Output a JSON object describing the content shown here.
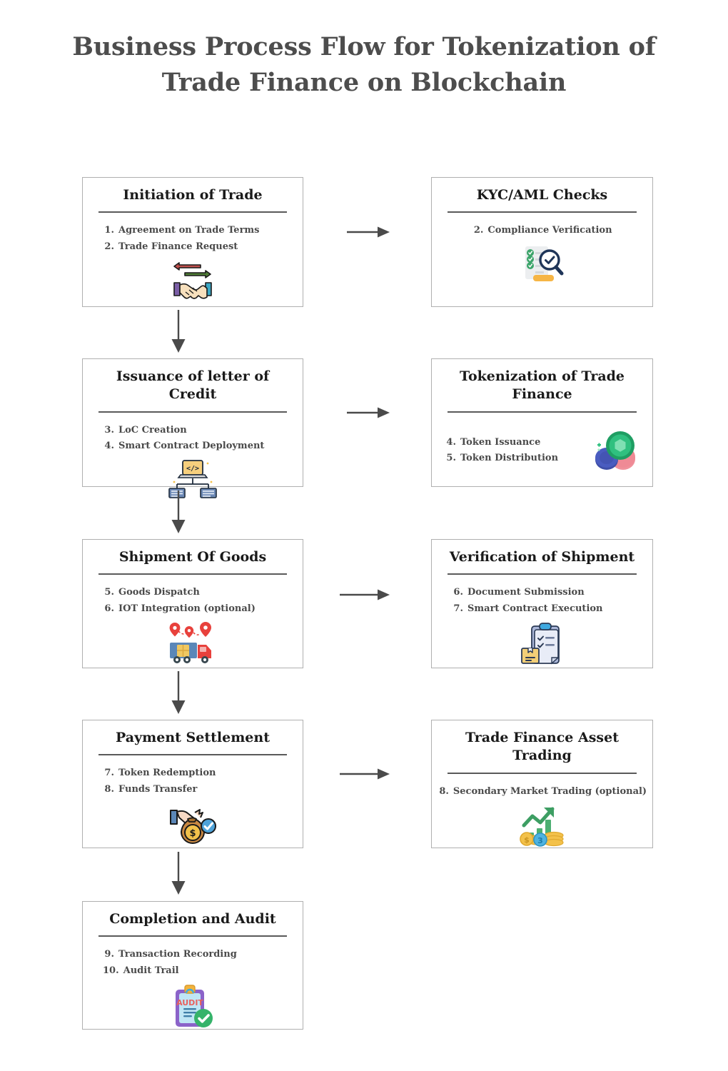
{
  "title": "Business Process Flow for Tokenization of Trade Finance on Blockchain",
  "nodes": [
    {
      "id": "initiation-of-trade",
      "title": "Initiation of Trade",
      "icon": "handshake-trade-icon",
      "layout": "icon-below",
      "steps": [
        {
          "num": "1.",
          "text": "Agreement on Trade Terms"
        },
        {
          "num": "2.",
          "text": "Trade Finance Request"
        }
      ]
    },
    {
      "id": "kyc-aml-checks",
      "title": "KYC/AML Checks",
      "icon": "compliance-checklist-magnifier-icon",
      "layout": "icon-below",
      "steps": [
        {
          "num": "2.",
          "text": "Compliance Verification"
        }
      ]
    },
    {
      "id": "issuance-of-letter-of-credit",
      "title": "Issuance of letter of Credit",
      "icon": "smart-contract-laptops-icon",
      "layout": "icon-below",
      "steps": [
        {
          "num": "3.",
          "text": "LoC Creation"
        },
        {
          "num": "4.",
          "text": "Smart Contract Deployment"
        }
      ]
    },
    {
      "id": "tokenization-of-trade-finance",
      "title": "Tokenization of Trade Finance",
      "icon": "tokens-coins-icon",
      "layout": "icon-side",
      "steps": [
        {
          "num": "4.",
          "text": "Token Issuance"
        },
        {
          "num": "5.",
          "text": "Token Distribution"
        }
      ]
    },
    {
      "id": "shipment-of-goods",
      "title": "Shipment Of Goods",
      "icon": "delivery-truck-tracking-icon",
      "layout": "icon-below",
      "steps": [
        {
          "num": "5.",
          "text": "Goods Dispatch"
        },
        {
          "num": "6.",
          "text": "IOT Integration (optional)"
        }
      ]
    },
    {
      "id": "verification-of-shipment",
      "title": "Verification of Shipment",
      "icon": "clipboard-parcel-check-icon",
      "layout": "icon-below",
      "steps": [
        {
          "num": "6.",
          "text": "Document Submission"
        },
        {
          "num": "7.",
          "text": "Smart Contract Execution"
        }
      ]
    },
    {
      "id": "payment-settlement",
      "title": "Payment Settlement",
      "icon": "money-bag-check-icon",
      "layout": "icon-below",
      "steps": [
        {
          "num": "7.",
          "text": "Token Redemption"
        },
        {
          "num": "8.",
          "text": "Funds Transfer"
        }
      ]
    },
    {
      "id": "trade-finance-asset-trading",
      "title": "Trade Finance Asset Trading",
      "icon": "market-growth-coins-icon",
      "layout": "icon-below",
      "steps": [
        {
          "num": "8.",
          "text": "Secondary Market Trading (optional)"
        }
      ]
    },
    {
      "id": "completion-and-audit",
      "title": "Completion and Audit",
      "icon": "audit-clipboard-check-icon",
      "layout": "icon-below",
      "steps": [
        {
          "num": "9.",
          "text": "Transaction Recording"
        },
        {
          "num": "10.",
          "text": "Audit Trail"
        }
      ]
    }
  ],
  "connectors": [
    {
      "id": "initiation-to-kyc",
      "direction": "right"
    },
    {
      "id": "issuance-to-tokenization",
      "direction": "right"
    },
    {
      "id": "shipment-to-verification",
      "direction": "right"
    },
    {
      "id": "payment-to-asset-trading",
      "direction": "right"
    },
    {
      "id": "initiation-to-issuance",
      "direction": "down"
    },
    {
      "id": "issuance-to-shipment",
      "direction": "down"
    },
    {
      "id": "shipment-to-payment",
      "direction": "down"
    },
    {
      "id": "payment-to-completion",
      "direction": "down"
    }
  ],
  "colors": {
    "title_text": "#4d4d4d",
    "node_border": "#b0b0b0",
    "node_title_text": "#1a1a1a",
    "divider": "#5a5a5a",
    "step_text": "#4a4a4a",
    "arrow": "#4a4a4a",
    "background": "#ffffff"
  }
}
